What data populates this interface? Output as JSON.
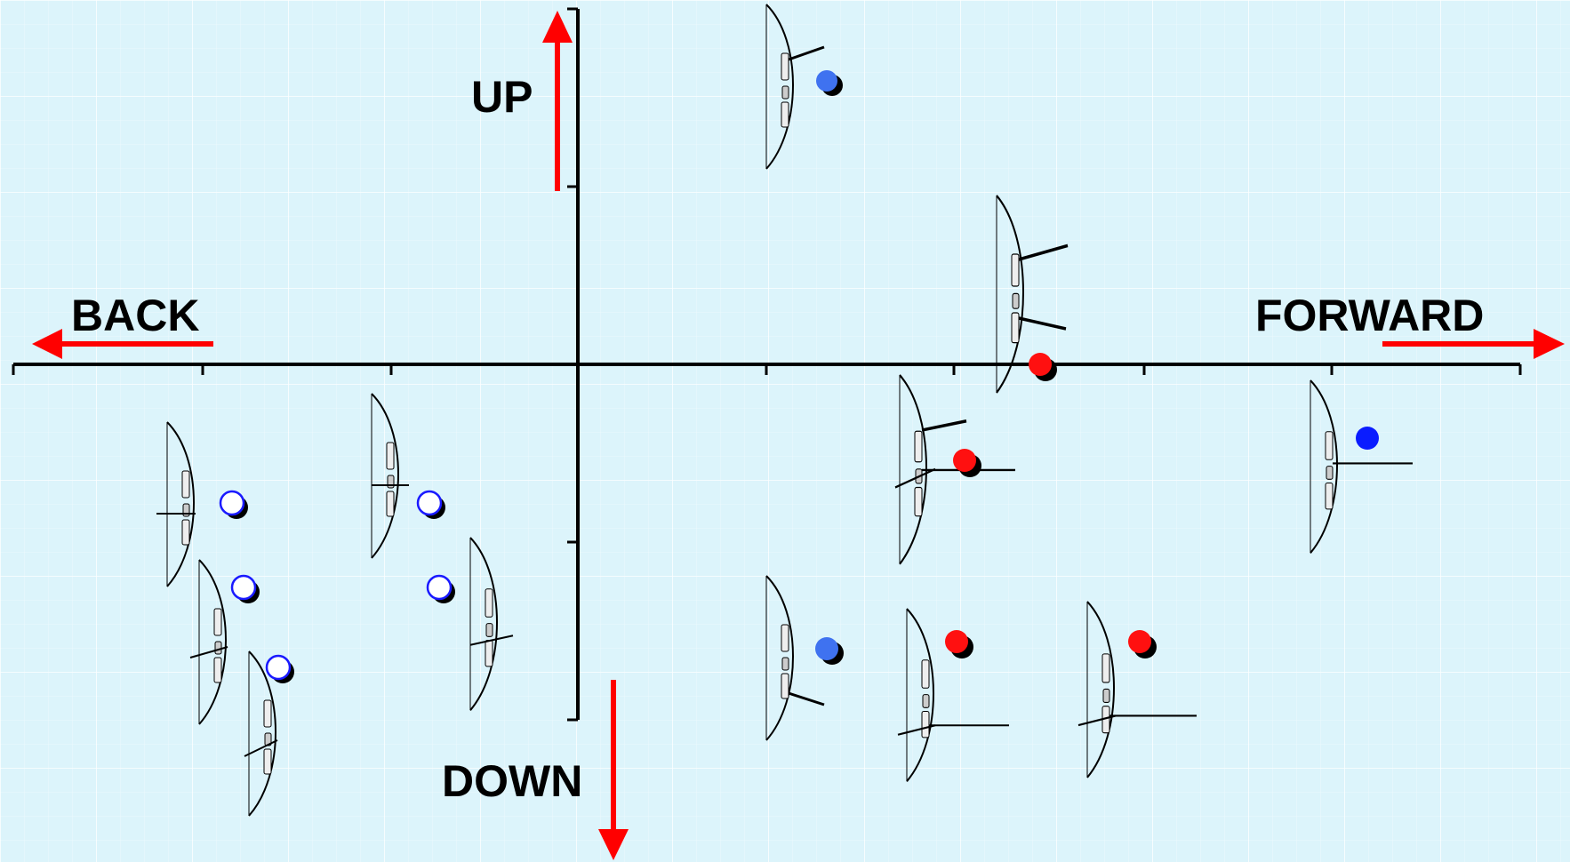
{
  "labels": {
    "up": "UP",
    "down": "DOWN",
    "back": "BACK",
    "forward": "FORWARD"
  },
  "colors": {
    "background": "#dcf4fb",
    "grid": "#ffffff",
    "axis": "#000000",
    "arrow": "#ff0000",
    "dot_blue_light": "#3f72f0",
    "dot_blue": "#0a1cff",
    "dot_red": "#ff1010",
    "dot_open_fill": "#ffffff",
    "dot_open_stroke": "#1a1aff",
    "dot_shadow": "#000000"
  },
  "bows": [
    {
      "position": "upper-center",
      "style": "draw-up",
      "dot": "blue"
    },
    {
      "position": "on-horizontal-axis",
      "style": "double-arrow",
      "dot": "red"
    },
    {
      "position": "right-of-center",
      "style": "anchor-level",
      "dot": "red"
    },
    {
      "position": "far-forward",
      "style": "anchor-level",
      "dot": "blue-solid"
    },
    {
      "position": "back-left-top",
      "style": "level",
      "dot": "open"
    },
    {
      "position": "back-left-middle",
      "style": "level",
      "dot": "open"
    },
    {
      "position": "back-left-bottom",
      "style": "level",
      "dot": "open"
    },
    {
      "position": "back-inner-top",
      "style": "level",
      "dot": "open"
    },
    {
      "position": "back-inner-bottom",
      "style": "level",
      "dot": "open"
    },
    {
      "position": "lower-center",
      "style": "draw-down",
      "dot": "blue"
    },
    {
      "position": "lower-right-1",
      "style": "anchor-level",
      "dot": "red"
    },
    {
      "position": "lower-right-2",
      "style": "anchor-level",
      "dot": "red"
    }
  ]
}
